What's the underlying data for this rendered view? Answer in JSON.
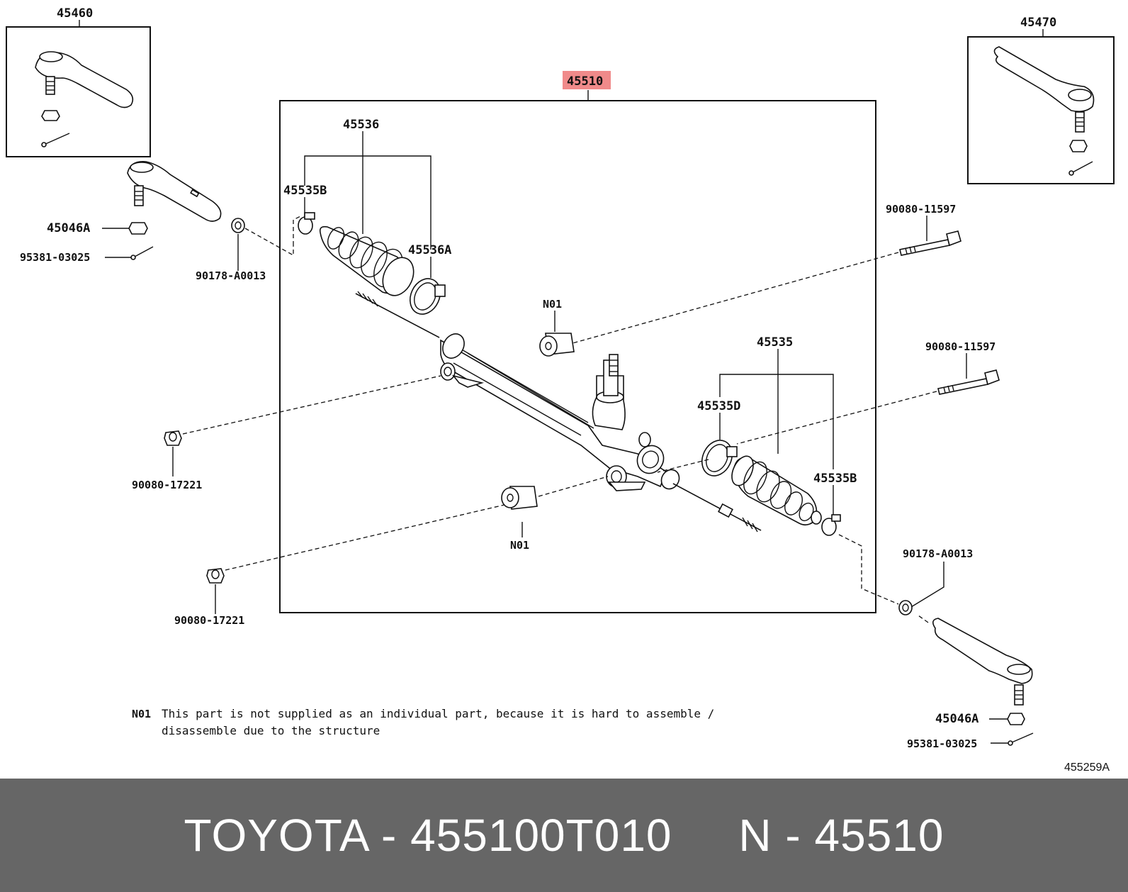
{
  "diagram": {
    "main_part": "45510",
    "callouts": {
      "tie_rod_end_left_box": "45460",
      "tie_rod_end_right_box": "45470",
      "boot_left": "45536",
      "clamp_left_small": "45535B",
      "clamp_left_large": "45536A",
      "nut_left": "45046A",
      "cotter_pin_left": "95381-03025",
      "locknut_left": "90178-A0013",
      "bolt_upper": "90080-11597",
      "bolt_middle": "90080-11597",
      "nut_upper": "90080-17221",
      "nut_lower": "90080-17221",
      "bushing_upper": "N01",
      "bushing_lower": "N01",
      "boot_right": "45535",
      "clamp_right_large": "45535D",
      "clamp_right_small": "45535B",
      "locknut_right": "90178-A0013",
      "nut_right": "45046A",
      "cotter_pin_right": "95381-03025"
    },
    "note_marker": "N01",
    "note_line1": "This part is not supplied as an individual part, because it is hard to assemble /",
    "note_line2": "disassemble due to the structure",
    "drawing_code": "455259A",
    "highlight_color": "#f08a8a"
  },
  "footer": {
    "text": "TOYOTA - 455100T010     N - 45510"
  }
}
